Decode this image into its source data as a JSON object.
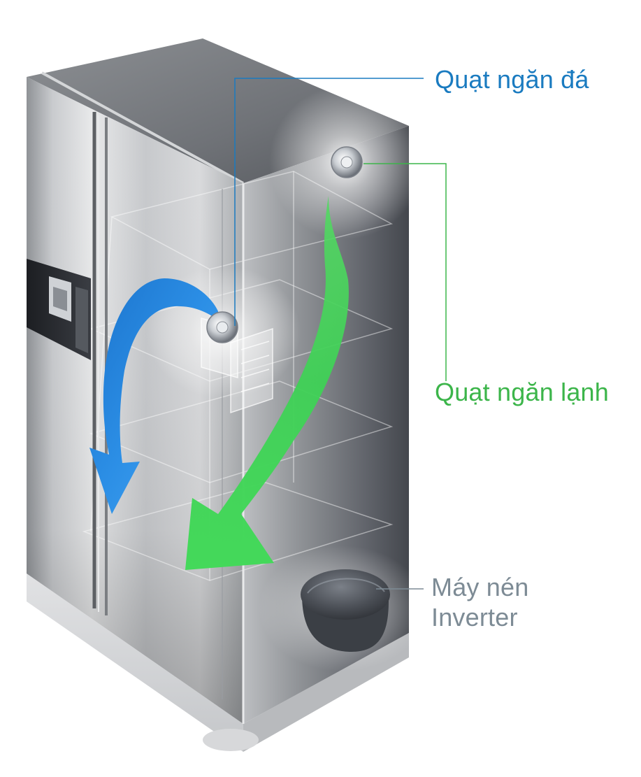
{
  "labels": {
    "freezer_fan": "Quạt ngăn đá",
    "fridge_fan": "Quạt ngăn lạnh",
    "compressor_line1": "Máy nén",
    "compressor_line2": "Inverter"
  },
  "colors": {
    "freezer_label": "#1a7bc0",
    "freezer_airflow": "#1f86dd",
    "fridge_label": "#3cb54a",
    "fridge_airflow": "#3fd156",
    "compressor_label": "#7d8b95",
    "cabinet": "#5a5d62"
  },
  "icons": {
    "freezer_fan": "fan-icon",
    "fridge_fan": "fan-icon",
    "compressor": "compressor-icon"
  }
}
